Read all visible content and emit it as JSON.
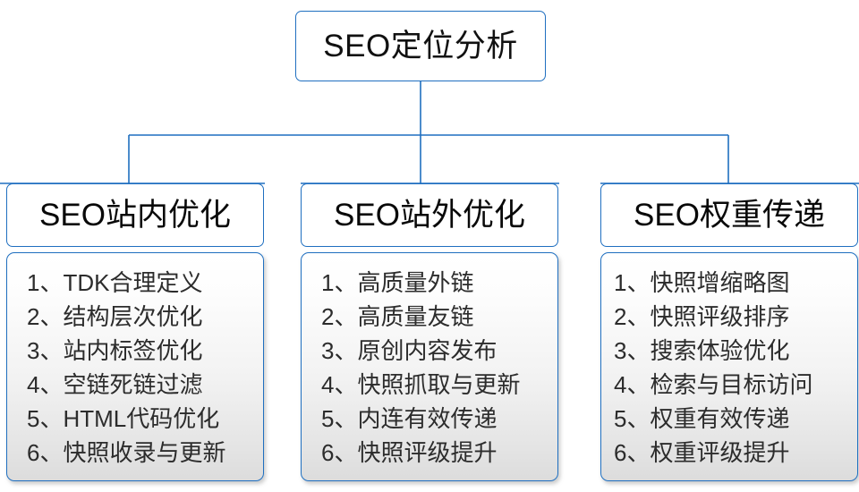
{
  "diagram": {
    "type": "organization-tree",
    "accent_color": "#1f6fc0",
    "text_color": "#2c2c2c",
    "root": {
      "label": "SEO定位分析"
    },
    "branches": [
      {
        "id": "on-site",
        "header": "SEO站内优化",
        "items": [
          {
            "index": "1、",
            "text": "TDK合理定义"
          },
          {
            "index": "2、",
            "text": "结构层次优化"
          },
          {
            "index": "3、",
            "text": "站内标签优化"
          },
          {
            "index": "4、",
            "text": "空链死链过滤"
          },
          {
            "index": "5、",
            "text": "HTML代码优化"
          },
          {
            "index": "6、",
            "text": "快照收录与更新"
          }
        ]
      },
      {
        "id": "off-site",
        "header": "SEO站外优化",
        "items": [
          {
            "index": "1、",
            "text": "高质量外链"
          },
          {
            "index": "2、",
            "text": "高质量友链"
          },
          {
            "index": "3、",
            "text": "原创内容发布"
          },
          {
            "index": "4、",
            "text": "快照抓取与更新"
          },
          {
            "index": "5、",
            "text": "内连有效传递"
          },
          {
            "index": "6、",
            "text": "快照评级提升"
          }
        ]
      },
      {
        "id": "weight-transfer",
        "header": "SEO权重传递",
        "items": [
          {
            "index": "1、",
            "text": "快照增缩略图"
          },
          {
            "index": "2、",
            "text": "快照评级排序"
          },
          {
            "index": "3、",
            "text": "搜索体验优化"
          },
          {
            "index": "4、",
            "text": "检索与目标访问"
          },
          {
            "index": "5、",
            "text": "权重有效传递"
          },
          {
            "index": "6、",
            "text": "权重评级提升"
          }
        ]
      }
    ]
  }
}
